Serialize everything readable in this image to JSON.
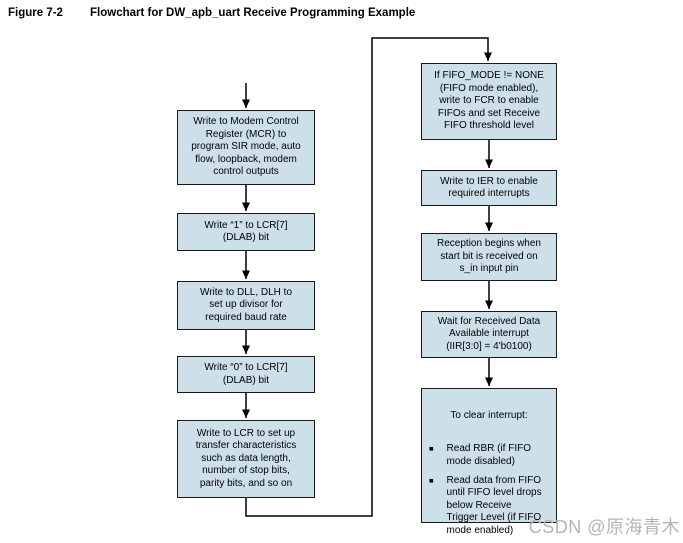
{
  "figure": {
    "label": "Figure 7-2",
    "title": "Flowchart for DW_apb_uart Receive Programming Example"
  },
  "colors": {
    "box_fill": "#cde0ea",
    "box_border": "#1a1a1a",
    "connector_line": "#000000",
    "watermark_text": "#b4b4b4"
  },
  "flowchart": {
    "left_column": [
      {
        "text": "Write to Modem Control\nRegister (MCR) to\nprogram SIR mode, auto\nflow, loopback, modem\ncontrol outputs"
      },
      {
        "text": "Write “1” to LCR[7]\n(DLAB) bit"
      },
      {
        "text": "Write to DLL, DLH to\nset up divisor for\nrequired baud rate"
      },
      {
        "text": "Write “0” to LCR[7]\n(DLAB) bit"
      },
      {
        "text": "Write to LCR to set up\ntransfer characteristics\nsuch as data length,\nnumber of stop bits,\nparity bits, and so on"
      }
    ],
    "right_column": [
      {
        "text": "If FIFO_MODE != NONE\n(FIFO mode enabled),\nwrite to FCR to enable\nFIFOs and set Receive\nFIFO threshold level"
      },
      {
        "text": "Write to IER to enable\nrequired interrupts"
      },
      {
        "text": "Reception begins when\nstart bit is received on\ns_in input pin"
      },
      {
        "text": "Wait for Received Data\nAvailable interrupt\n(IIR[3:0] = 4'b0100)"
      }
    ],
    "clear_interrupt_box": {
      "heading": "To clear interrupt:",
      "bullet_char": "■",
      "bullets": [
        {
          "text": "Read RBR (if FIFO\nmode disabled)"
        },
        {
          "text": "Read data from FIFO\nuntil FIFO level drops\nbelow Receive\nTrigger Level (if FIFO\nmode enabled)"
        }
      ]
    }
  },
  "watermark": {
    "text": "CSDN @原海青木"
  }
}
